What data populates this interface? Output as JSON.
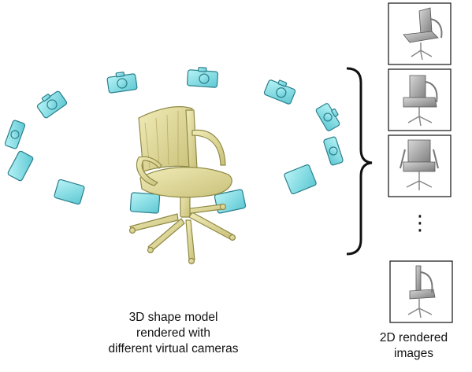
{
  "left_caption": {
    "line1": "3D shape model",
    "line2": "rendered with",
    "line3": "different virtual cameras"
  },
  "right_caption": {
    "line1": "2D rendered",
    "line2": "images"
  },
  "ellipsis": "⋮",
  "colors": {
    "camera_fill": "#8fe6ec",
    "camera_stroke": "#2a7f8c",
    "chair_fill": "#e4dd9c",
    "chair_stroke": "#8f8a46",
    "render_gray": "#9a9a9a",
    "bracket": "#111111"
  },
  "icons": {
    "camera": "camera-icon",
    "chair": "office-chair-model",
    "rendered_chair": "rendered-chair-icon"
  }
}
